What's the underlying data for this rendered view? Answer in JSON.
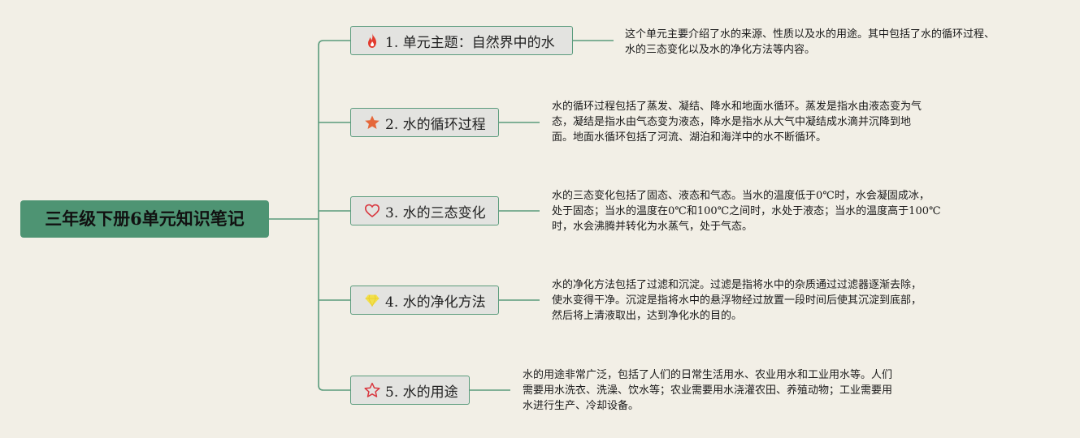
{
  "root": {
    "title": "三年级下册6单元知识笔记"
  },
  "branches": [
    {
      "label": "1. 单元主题：自然界中的水",
      "icon": "fire-icon",
      "note_lines": [
        "这个单元主要介绍了水的来源、性质以及水的用途。其中包括了水的循环过程、",
        "水的三态变化以及水的净化方法等内容。"
      ]
    },
    {
      "label": "2. 水的循环过程",
      "icon": "star-filled-icon",
      "note_lines": [
        "水的循环过程包括了蒸发、凝结、降水和地面水循环。蒸发是指水由液态变为气",
        "态，凝结是指水由气态变为液态，降水是指水从大气中凝结成水滴并沉降到地",
        "面。地面水循环包括了河流、湖泊和海洋中的水不断循环。"
      ]
    },
    {
      "label": "3. 水的三态变化",
      "icon": "heart-outline-icon",
      "note_lines": [
        "水的三态变化包括了固态、液态和气态。当水的温度低于0℃时，水会凝固成冰，",
        "处于固态；当水的温度在0℃和100℃之间时，水处于液态；当水的温度高于100℃",
        "时，水会沸腾并转化为水蒸气，处于气态。"
      ]
    },
    {
      "label": "4. 水的净化方法",
      "icon": "diamond-icon",
      "note_lines": [
        "水的净化方法包括了过滤和沉淀。过滤是指将水中的杂质通过过滤器逐渐去除，",
        "使水变得干净。沉淀是指将水中的悬浮物经过放置一段时间后使其沉淀到底部，",
        "然后将上清液取出，达到净化水的目的。"
      ]
    },
    {
      "label": "5. 水的用途",
      "icon": "star-outline-icon",
      "note_lines": [
        "水的用途非常广泛，包括了人们的日常生活用水、农业用水和工业用水等。人们",
        "需要用水洗衣、洗澡、饮水等；农业需要用水浇灌农田、养殖动物；工业需要用",
        "水进行生产、冷却设备。"
      ]
    }
  ],
  "colors": {
    "connector": "#5a9b7c",
    "root_fill": "#4e9473",
    "branch_fill": "#e3e3e0",
    "background": "#f2efe6"
  }
}
